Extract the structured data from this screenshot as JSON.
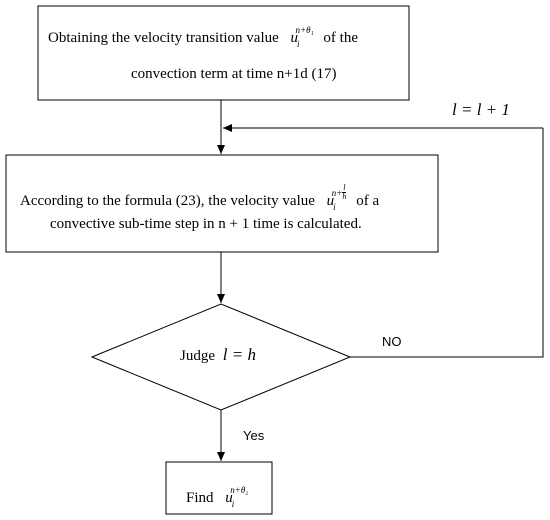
{
  "box1": {
    "line1_pre": "Obtaining the velocity transition value",
    "line1_post": "of the",
    "line2": "convection term at time n+1d (17)"
  },
  "box2": {
    "line1_pre": "According to the formula (23), the velocity value",
    "line1_post": "of a",
    "line2": "convective sub-time step in n + 1 time is calculated."
  },
  "decision": {
    "label": "Judge",
    "condition": "l = h",
    "no_label": "NO",
    "yes_label": "Yes"
  },
  "loop_label": "l = l + 1",
  "final_box": {
    "label": "Find"
  },
  "math": {
    "u": "u",
    "i": "i",
    "sup_theta1": "n+θ₁",
    "sup_theta2": "n+θ₂",
    "sup_sub_prefix": "n+",
    "frac_num": "l",
    "frac_den": "h"
  }
}
